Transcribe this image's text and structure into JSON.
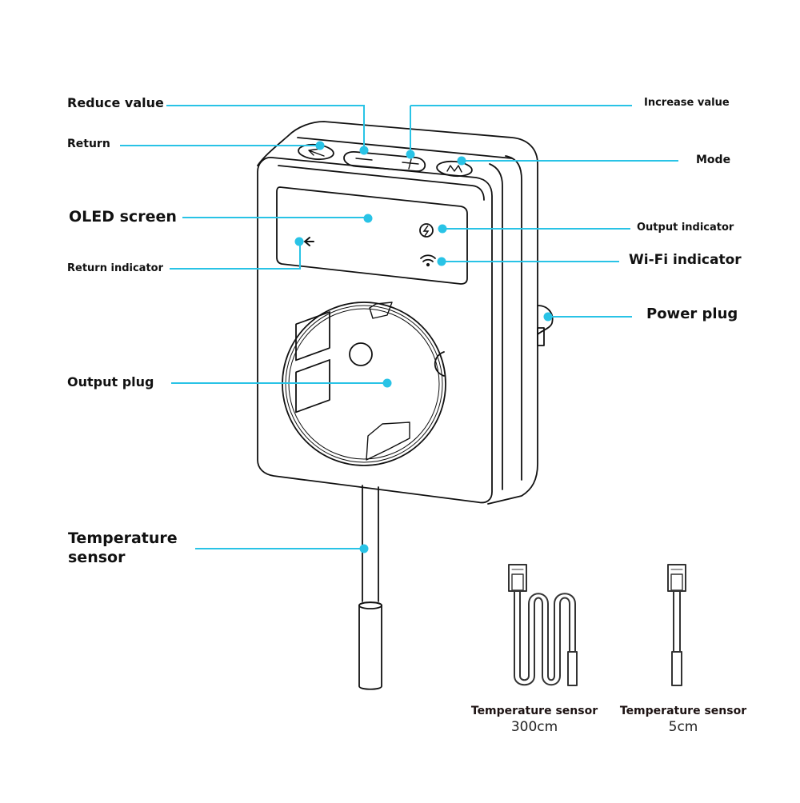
{
  "diagram": {
    "subject": "Smart temperature controller plug",
    "accent_color": "#29c3e6",
    "line_color": "#111111",
    "callouts": [
      {
        "id": "reduce",
        "label": "Reduce value"
      },
      {
        "id": "return",
        "label": "Return"
      },
      {
        "id": "increase",
        "label": "Increase value"
      },
      {
        "id": "mode",
        "label": "Mode"
      },
      {
        "id": "oled",
        "label": "OLED screen"
      },
      {
        "id": "output_indicator",
        "label": "Output indicator"
      },
      {
        "id": "return_indicator",
        "label": "Return indicator"
      },
      {
        "id": "wifi_indicator",
        "label": "Wi-Fi indicator"
      },
      {
        "id": "power_plug",
        "label": "Power plug"
      },
      {
        "id": "output_plug",
        "label": "Output plug"
      },
      {
        "id": "temp_sensor",
        "label": "Temperature sensor"
      }
    ],
    "accessories": [
      {
        "name": "Temperature sensor",
        "length": "300cm"
      },
      {
        "name": "Temperature sensor",
        "length": "5cm"
      }
    ],
    "icons": {
      "return_button": "return-arrow-icon",
      "reduce_button": "minus-icon",
      "increase_button": "plus-icon",
      "mode_button": "m-letter-icon",
      "output_indicator": "lightning-icon",
      "wifi_indicator": "wifi-icon",
      "return_indicator": "arrow-left-icon"
    }
  }
}
